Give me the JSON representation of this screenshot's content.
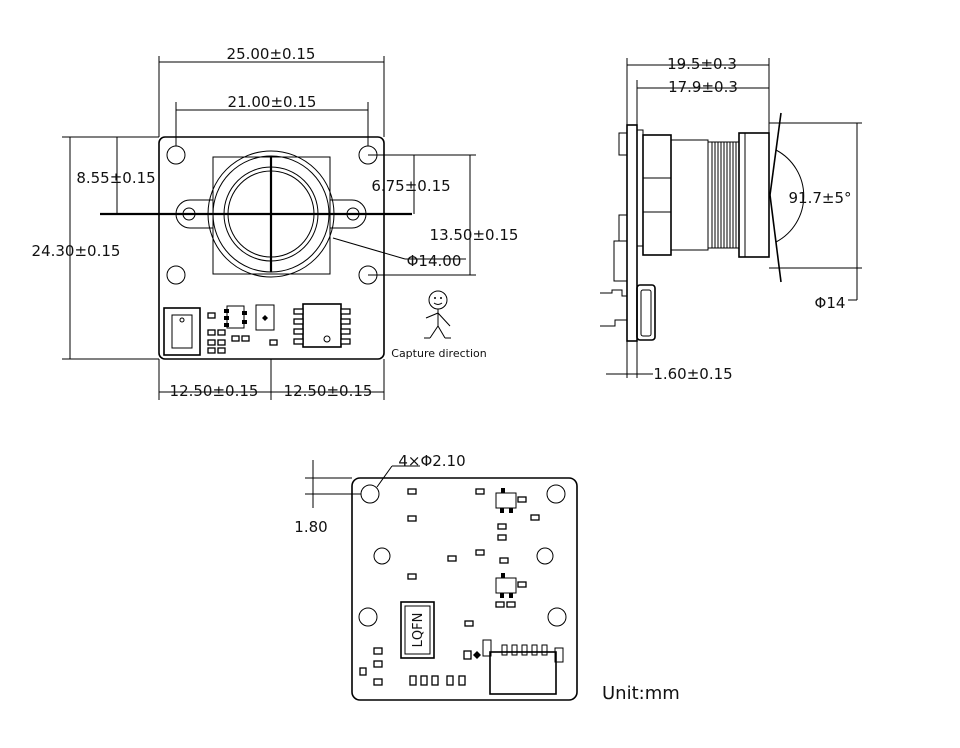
{
  "front_view": {
    "width_total": "25.00±0.15",
    "hole_spacing": "21.00±0.15",
    "top_offset": "8.55±0.15",
    "height_total": "24.30±0.15",
    "lens_offset": "6.75±0.15",
    "hole_vertical": "13.50±0.15",
    "lens_diameter": "Φ14.00",
    "half_width_left": "12.50±0.15",
    "half_width_right": "12.50±0.15",
    "capture_label": "Capture direction"
  },
  "side_view": {
    "length_total": "19.5±0.3",
    "length_lens": "17.9±0.3",
    "fov": "91.7±5°",
    "lens_diameter": "Φ14",
    "board_thickness": "1.60±0.15"
  },
  "back_view": {
    "holes": "4×Φ2.10",
    "hole_offset": "1.80",
    "chip_label": "LQFN"
  },
  "unit_label": "Unit:mm"
}
